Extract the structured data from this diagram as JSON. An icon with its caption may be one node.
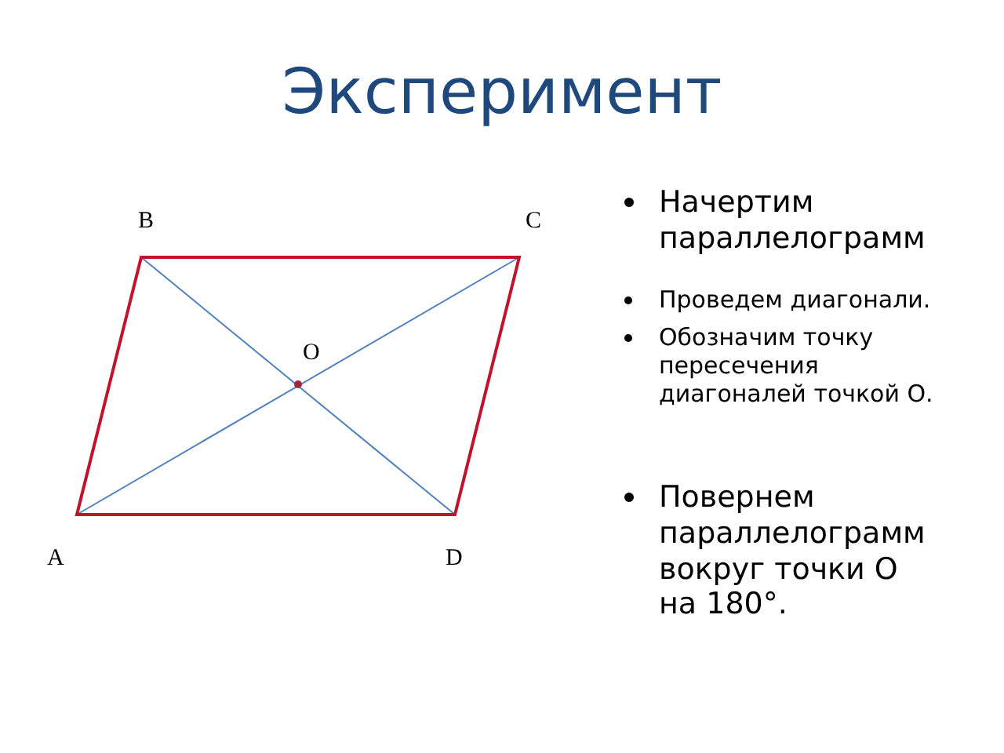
{
  "diagram": {
    "title": "Эксперимент",
    "labels": [
      "Начертим параллелограмм",
      "B",
      "C",
      "Проведем диагонали.",
      "Обозначим точку пересечения диагоналей точкой О.",
      "O",
      "Повернем параллелограмм вокруг точки О на 180°.",
      "A",
      "D"
    ]
  }
}
